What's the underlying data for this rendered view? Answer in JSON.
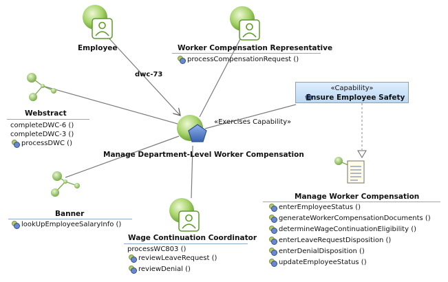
{
  "nodes": {
    "employee": {
      "label": "Employee"
    },
    "worker_comp_rep": {
      "label": "Worker Compensation Representative",
      "operations": [
        "processCompensationRequest ()"
      ]
    },
    "webstract": {
      "label": "Webstract",
      "operations": [
        "completeDWC-6 ()",
        "completeDWC-3 ()",
        "processDWC ()"
      ]
    },
    "manage_dept": {
      "label": "Manage Department-Level Worker Compensation"
    },
    "banner": {
      "label": "Banner",
      "operations": [
        "lookUpEmployeeSalaryInfo ()"
      ]
    },
    "wage_coord": {
      "label": "Wage Continuation Coordinator",
      "operations": [
        "processWC803 ()",
        "reviewLeaveRequest ()",
        "reviewDenial ()"
      ]
    },
    "manage_worker": {
      "label": "Manage Worker Compensation",
      "operations": [
        "enterEmployeeStatus ()",
        "generateWorkerCompensationDocuments ()",
        "determineWageContinuationEligibility ()",
        "enterLeaveRequestDisposition ()",
        "enterDenialDisposition ()",
        "updateEmployeeStatus ()"
      ]
    }
  },
  "capability": {
    "stereotype": "«Capability»",
    "name": "Ensure Employee Safety"
  },
  "edges": {
    "employee_label": "dwc-73",
    "exercises_label": "«Exercises Capability»"
  },
  "colors": {
    "green": "#8fc04f",
    "green_dark": "#5f9a2c",
    "blue": "#5d86c8",
    "rule": "#8ea9c9"
  }
}
